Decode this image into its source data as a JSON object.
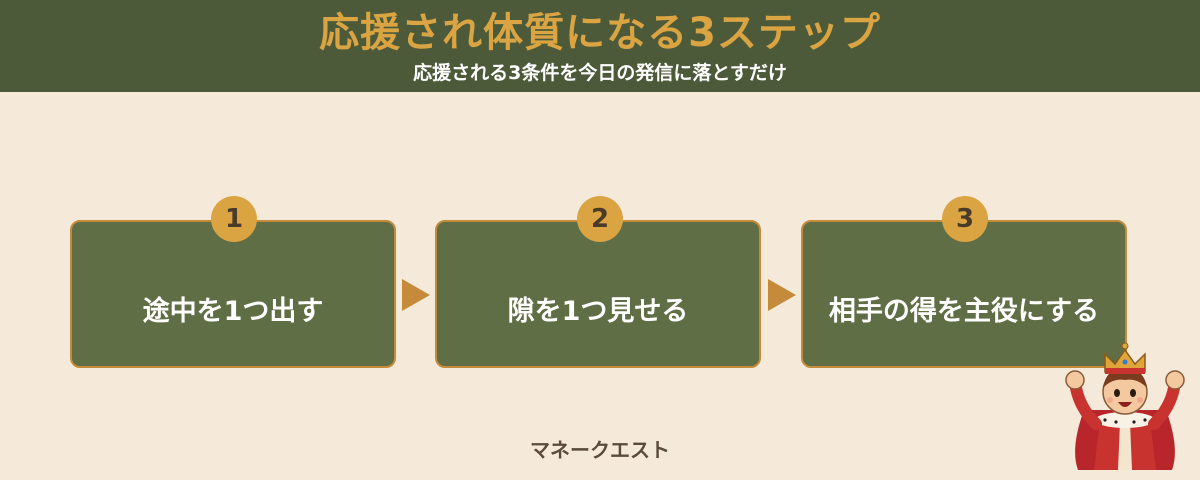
{
  "header": {
    "title": "応援され体質になる3ステップ",
    "subtitle": "応援される3条件を今日の発信に落とすだけ"
  },
  "steps": [
    {
      "number": "1",
      "label": "途中を1つ出す"
    },
    {
      "number": "2",
      "label": "隙を1つ見せる"
    },
    {
      "number": "3",
      "label": "相手の得を主役にする"
    }
  ],
  "footer": {
    "brand": "マネークエスト"
  },
  "colors": {
    "header_bg": "#4c5a3a",
    "title": "#d9a441",
    "page_bg": "#f5eada",
    "card_bg": "#5f6e45",
    "accent": "#c58a3a"
  },
  "icons": {
    "mascot": "king-mascot-icon",
    "arrow": "arrow-right-icon"
  }
}
